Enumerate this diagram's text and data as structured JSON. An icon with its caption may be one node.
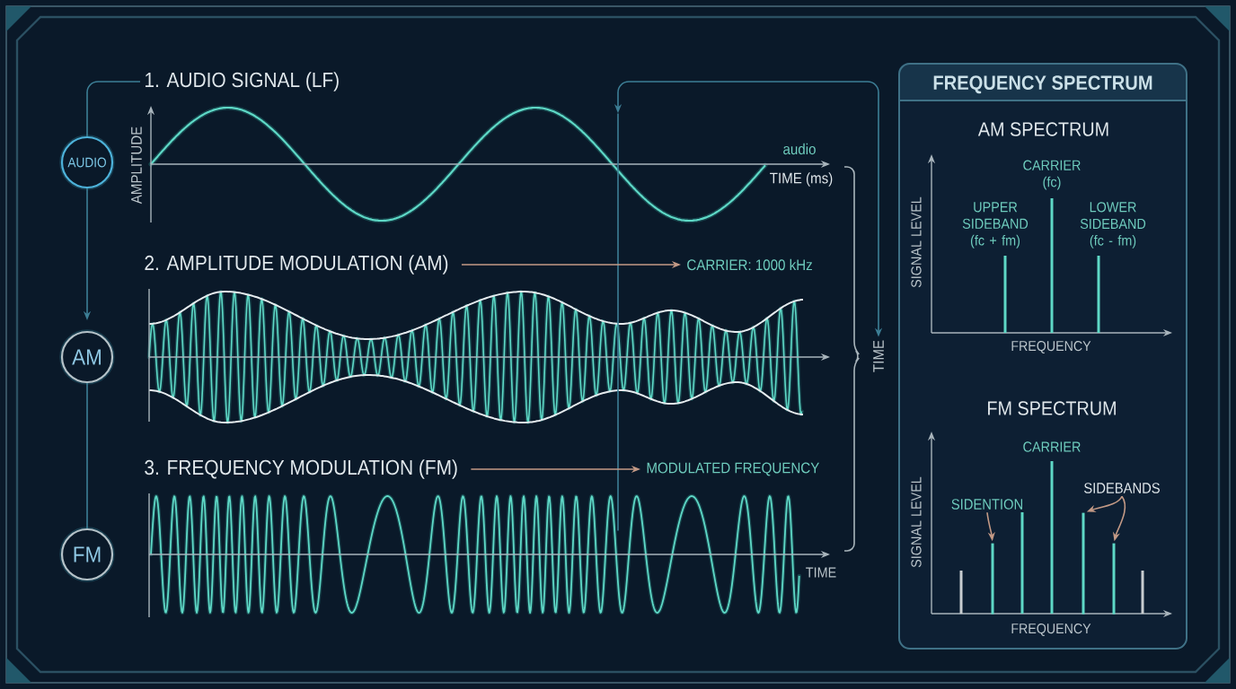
{
  "diagram": {
    "nodes": [
      {
        "text": [
          "AUDIO"
        ]
      },
      {
        "text": [
          "1. AUDIO SIGNAL (LF)"
        ]
      },
      {
        "text": [
          "AM"
        ]
      },
      {
        "text": [
          "2. AMPLITUDE MODULATION (AM)"
        ]
      },
      {
        "text": [
          "CARRIER: 1000 kHz"
        ]
      },
      {
        "text": [
          "FM"
        ]
      },
      {
        "text": [
          "3. FREQUENCY MODULATION (FM)"
        ]
      },
      {
        "text": [
          "MODULATED FREQUENCY"
        ]
      },
      {
        "text": [
          "TIME"
        ]
      },
      {
        "text": [
          "FREQUENCY SPECTRUM"
        ]
      },
      {
        "text": [
          "SIDENTION"
        ],
        "in": 9
      },
      {
        "text": [],
        "shape": "bar",
        "in": 9
      },
      {
        "text": [
          "SIDEBANDS"
        ],
        "in": 9
      },
      {
        "text": [],
        "shape": "bar",
        "in": 9
      },
      {
        "text": [],
        "shape": "bar",
        "in": 9
      },
      {
        "text": [],
        "shape": "bar"
      }
    ],
    "edges": [
      {
        "from": 0,
        "to": 1,
        "arrow": "none",
        "color": "#3d7f96"
      },
      {
        "from": 0,
        "to": 2,
        "arrow": "to",
        "color": "#3d7f96"
      },
      {
        "from": 2,
        "to": 5,
        "arrow": "none",
        "color": "#3d7f96"
      },
      {
        "from": 3,
        "to": 4,
        "arrow": "to",
        "color": "#c49a86"
      },
      {
        "from": 6,
        "to": 7,
        "arrow": "to",
        "color": "#c49a86"
      },
      {
        "from": 8,
        "to": 15,
        "arrow": "both",
        "color": "#3d7f96"
      },
      {
        "from": 10,
        "to": 11,
        "arrow": "to",
        "color": "#c49a86"
      },
      {
        "from": 12,
        "to": 13,
        "arrow": "to",
        "color": "#c49a86"
      },
      {
        "from": 12,
        "to": 14,
        "arrow": "to",
        "color": "#c49a86"
      }
    ],
    "labels": [
      "AMPLITUDE",
      "audio",
      "TIME (ms)",
      "TIME",
      "AM SPECTRUM",
      "CARRIER (fc)",
      "UPPER SIDEBAND (fc + fm)",
      "LOWER SIDEBAND (fc - fm)",
      "SIGNAL LEVEL",
      "FREQUENCY",
      "FM SPECTRUM",
      "CARRIER",
      "SIGNAL LEVEL",
      "FREQUENCY"
    ]
  }
}
